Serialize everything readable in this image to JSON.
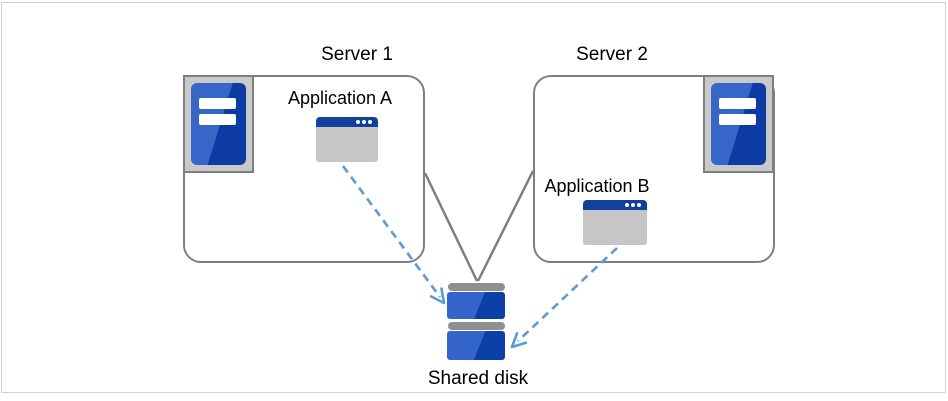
{
  "diagram": {
    "server1": {
      "label": "Server 1",
      "app_label": "Application A"
    },
    "server2": {
      "label": "Server 2",
      "app_label": "Application B"
    },
    "shared_disk_label": "Shared disk",
    "colors": {
      "server_blue_light": "#3865c8",
      "server_blue_dark": "#0c3ca3",
      "window_titlebar_blue": "#11409e",
      "icon_body_gray": "#c6c6c6",
      "plate_gray": "#c9c9c9",
      "line_gray": "#7f7f7f",
      "disk_bar_gray": "#8f8f8f",
      "arrow_blue": "#5b9bd5",
      "frame_gray": "#d3d3d3"
    },
    "connections": [
      {
        "from": "server-1-box",
        "to": "shared-disk",
        "style": "solid"
      },
      {
        "from": "server-2-box",
        "to": "shared-disk",
        "style": "solid"
      },
      {
        "from": "application-a",
        "to": "shared-disk",
        "style": "dashed-arrow"
      },
      {
        "from": "application-b",
        "to": "shared-disk",
        "style": "dashed-arrow"
      }
    ]
  }
}
